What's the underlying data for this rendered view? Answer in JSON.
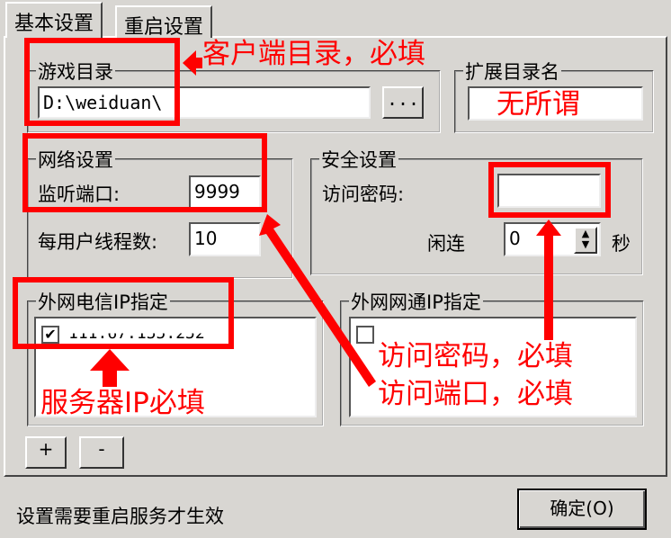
{
  "tabs": [
    {
      "label": "基本设置",
      "active": true
    },
    {
      "label": "重启设置",
      "active": false
    }
  ],
  "game_dir": {
    "label": "游戏目录",
    "value": "D:\\weiduan\\",
    "browse_label": "..."
  },
  "ext_dir": {
    "label": "扩展目录名",
    "value": ""
  },
  "network": {
    "label": "网络设置",
    "port_label": "监听端口:",
    "port_value": "9999",
    "threads_label": "每用户线程数:",
    "threads_value": "10"
  },
  "security": {
    "label": "安全设置",
    "password_label": "访问密码:",
    "password_value": "",
    "timeout_label_visible": "闲连",
    "timeout_value": "0",
    "unit": "秒"
  },
  "telecom_ip": {
    "label": "外网电信IP指定",
    "items": [
      {
        "checked": true,
        "value": "111.67.155.252"
      }
    ]
  },
  "other_ip": {
    "label": "外网网通IP指定",
    "items": [
      {
        "checked": false,
        "value": ""
      }
    ]
  },
  "buttons": {
    "add": "+",
    "remove": "-",
    "ok": "确定(O)"
  },
  "status": "设置需要重启服务才生效",
  "annotations": {
    "client_dir": "客户端目录，必填",
    "ext_dir": "无所谓",
    "password": "访问密码，必填",
    "port": "访问端口，必填",
    "server_ip": "服务器IP必填"
  },
  "colors": {
    "annotation": "#ff0000",
    "window": "#d8d6d2"
  }
}
